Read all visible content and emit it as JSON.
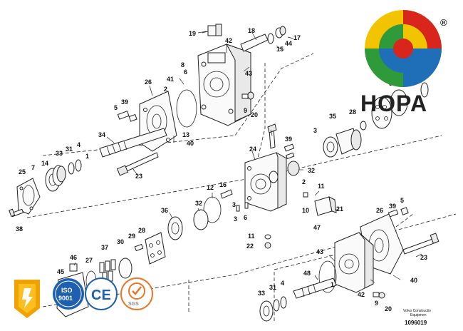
{
  "brand": {
    "name": "HOPA",
    "registered_mark": "®",
    "colors": {
      "red": "#d9261c",
      "blue": "#1f6fb8",
      "green": "#2f9a3a",
      "yellow": "#f2c400"
    }
  },
  "footer": {
    "maker_line1": "Volvo Construction",
    "maker_line2": "Equipment",
    "drawing_number": "1096019"
  },
  "badges": {
    "iso_line1": "ISO",
    "iso_line2": "9001",
    "ce": "CE",
    "sgs": "SGS"
  },
  "callouts": {
    "top": [
      "19",
      "18",
      "17",
      "42",
      "44",
      "15",
      "8",
      "6",
      "41",
      "43",
      "26",
      "2",
      "39",
      "5",
      "9",
      "20",
      "13",
      "34",
      "40",
      "27",
      "31",
      "37",
      "7",
      "25",
      "14",
      "33",
      "31b",
      "4",
      "1",
      "23",
      "28",
      "3",
      "35",
      "39b",
      "24",
      "32",
      "2b",
      "38",
      "16",
      "12",
      "11",
      "10",
      "21",
      "47",
      "3b",
      "6b",
      "36",
      "32b",
      "3c",
      "11b",
      "22",
      "29",
      "30",
      "46",
      "27b",
      "37b",
      "45"
    ],
    "bottom_right": [
      "26",
      "39",
      "5",
      "43",
      "23",
      "31",
      "4",
      "48",
      "33",
      "42",
      "9",
      "20",
      "40"
    ]
  }
}
